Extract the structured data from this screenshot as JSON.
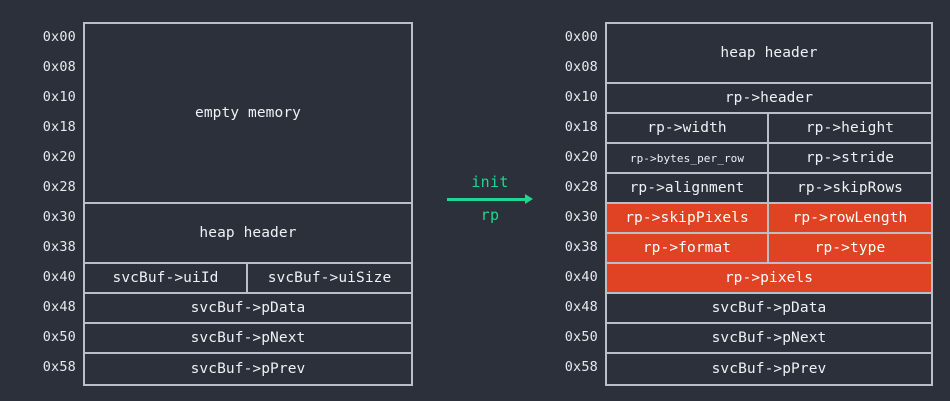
{
  "colors": {
    "background": "#2b303a",
    "border": "#b9bec7",
    "text": "#eef1f5",
    "highlight": "#e04323",
    "arrow": "#1ed88d"
  },
  "addresses": [
    "0x00",
    "0x08",
    "0x10",
    "0x18",
    "0x20",
    "0x28",
    "0x30",
    "0x38",
    "0x40",
    "0x48",
    "0x50",
    "0x58"
  ],
  "left_table": {
    "name": "before-init-memory-layout",
    "rows": [
      {
        "address": "0x00",
        "span": 6,
        "cells": [
          {
            "label": "empty memory",
            "width": "full",
            "highlight": false
          }
        ]
      },
      {
        "address": "0x30",
        "span": 2,
        "cells": [
          {
            "label": "heap header",
            "width": "full",
            "highlight": false
          }
        ]
      },
      {
        "address": "0x40",
        "span": 1,
        "cells": [
          {
            "label": "svcBuf->uiId",
            "width": "half",
            "highlight": false
          },
          {
            "label": "svcBuf->uiSize",
            "width": "half",
            "highlight": false
          }
        ]
      },
      {
        "address": "0x48",
        "span": 1,
        "cells": [
          {
            "label": "svcBuf->pData",
            "width": "full",
            "highlight": false
          }
        ]
      },
      {
        "address": "0x50",
        "span": 1,
        "cells": [
          {
            "label": "svcBuf->pNext",
            "width": "full",
            "highlight": false
          }
        ]
      },
      {
        "address": "0x58",
        "span": 1,
        "cells": [
          {
            "label": "svcBuf->pPrev",
            "width": "full",
            "highlight": false
          }
        ]
      }
    ]
  },
  "right_table": {
    "name": "after-init-memory-layout",
    "rows": [
      {
        "address": "0x00",
        "span": 2,
        "cells": [
          {
            "label": "heap header",
            "width": "full",
            "highlight": false
          }
        ]
      },
      {
        "address": "0x10",
        "span": 1,
        "cells": [
          {
            "label": "rp->header",
            "width": "full",
            "highlight": false
          }
        ]
      },
      {
        "address": "0x18",
        "span": 1,
        "cells": [
          {
            "label": "rp->width",
            "width": "half",
            "highlight": false
          },
          {
            "label": "rp->height",
            "width": "half",
            "highlight": false
          }
        ]
      },
      {
        "address": "0x20",
        "span": 1,
        "cells": [
          {
            "label": "rp->bytes_per_row",
            "width": "half",
            "highlight": false,
            "small": true
          },
          {
            "label": "rp->stride",
            "width": "half",
            "highlight": false
          }
        ]
      },
      {
        "address": "0x28",
        "span": 1,
        "cells": [
          {
            "label": "rp->alignment",
            "width": "half",
            "highlight": false
          },
          {
            "label": "rp->skipRows",
            "width": "half",
            "highlight": false
          }
        ]
      },
      {
        "address": "0x30",
        "span": 1,
        "cells": [
          {
            "label": "rp->skipPixels",
            "width": "half",
            "highlight": true
          },
          {
            "label": "rp->rowLength",
            "width": "half",
            "highlight": true
          }
        ]
      },
      {
        "address": "0x38",
        "span": 1,
        "cells": [
          {
            "label": "rp->format",
            "width": "half",
            "highlight": true
          },
          {
            "label": "rp->type",
            "width": "half",
            "highlight": true
          }
        ]
      },
      {
        "address": "0x40",
        "span": 1,
        "cells": [
          {
            "label": "rp->pixels",
            "width": "full",
            "highlight": true
          }
        ]
      },
      {
        "address": "0x48",
        "span": 1,
        "cells": [
          {
            "label": "svcBuf->pData",
            "width": "full",
            "highlight": false
          }
        ]
      },
      {
        "address": "0x50",
        "span": 1,
        "cells": [
          {
            "label": "svcBuf->pNext",
            "width": "full",
            "highlight": false
          }
        ]
      },
      {
        "address": "0x58",
        "span": 1,
        "cells": [
          {
            "label": "svcBuf->pPrev",
            "width": "full",
            "highlight": false
          }
        ]
      }
    ]
  },
  "arrow": {
    "label_top": "init",
    "label_bottom": "rp",
    "icon": "right-arrow-icon",
    "direction": "right"
  }
}
